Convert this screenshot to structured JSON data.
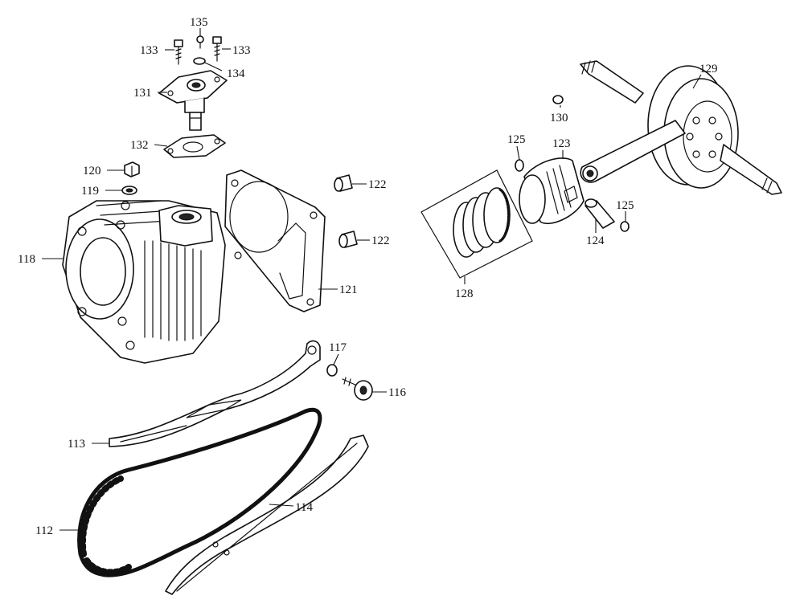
{
  "callouts": [
    {
      "id": "c135",
      "text": "135"
    },
    {
      "id": "c133a",
      "text": "133"
    },
    {
      "id": "c133b",
      "text": "133"
    },
    {
      "id": "c134",
      "text": "134"
    },
    {
      "id": "c131",
      "text": "131"
    },
    {
      "id": "c132",
      "text": "132"
    },
    {
      "id": "c120",
      "text": "120"
    },
    {
      "id": "c119",
      "text": "119"
    },
    {
      "id": "c118",
      "text": "118"
    },
    {
      "id": "c122a",
      "text": "122"
    },
    {
      "id": "c122b",
      "text": "122"
    },
    {
      "id": "c121",
      "text": "121"
    },
    {
      "id": "c117",
      "text": "117"
    },
    {
      "id": "c116",
      "text": "116"
    },
    {
      "id": "c113",
      "text": "113"
    },
    {
      "id": "c114",
      "text": "114"
    },
    {
      "id": "c112",
      "text": "112"
    },
    {
      "id": "c129",
      "text": "129"
    },
    {
      "id": "c130",
      "text": "130"
    },
    {
      "id": "c125a",
      "text": "125"
    },
    {
      "id": "c123",
      "text": "123"
    },
    {
      "id": "c125b",
      "text": "125"
    },
    {
      "id": "c124",
      "text": "124"
    },
    {
      "id": "c128",
      "text": "128"
    }
  ]
}
